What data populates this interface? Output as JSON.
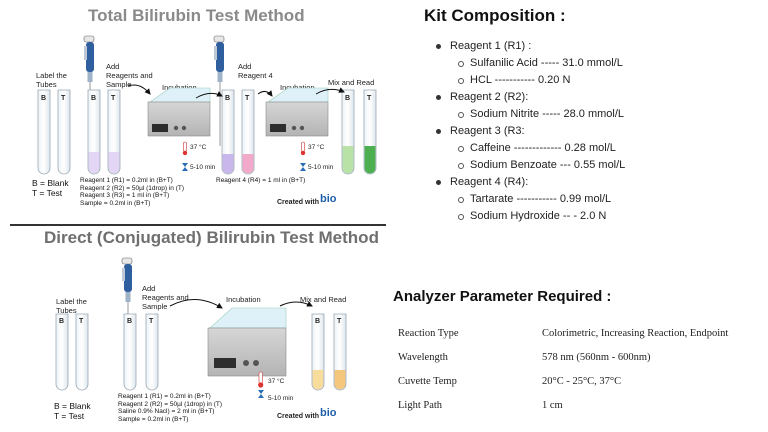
{
  "total": {
    "title": "Total Bilirubin Test Method",
    "label_tubes": [
      "Label the",
      "Tubes"
    ],
    "add_reagents": [
      "Add",
      "Reagents and",
      "Sample"
    ],
    "incubation_1": "Incubation",
    "add_reagent4": [
      "Add",
      "Reagent 4"
    ],
    "incubation_2": "Incubation",
    "mix_read": "Mix and Read",
    "temp_1": "37 °C",
    "time_1": "5-10 min",
    "temp_2": "37 °C",
    "time_2": "5-10 min",
    "legend": [
      "B = Blank",
      "T = Test"
    ],
    "notes": [
      "Reagent 1 (R1) = 0.2ml in (B+T)",
      "Reagent 2 (R2) = 50µl (1drop) in (T)",
      "Reagent 3 (R3) = 1 ml in (B+T)",
      "Sample = 0.2ml in (B+T)"
    ],
    "reagent4_note": "Reagent 4 (R4) = 1 ml in (B+T)",
    "created_with": "Created with",
    "bio": "bio"
  },
  "direct": {
    "title": "Direct (Conjugated) Bilirubin Test Method",
    "label_tubes": [
      "Label the",
      "Tubes"
    ],
    "add_reagents": [
      "Add",
      "Reagents and",
      "Sample"
    ],
    "incubation": "Incubation",
    "mix_read": "Mix and Read",
    "temp": "37 °C",
    "time": "5-10 min",
    "legend": [
      "B = Blank",
      "T = Test"
    ],
    "notes": [
      "Reagent 1 (R1) = 0.2ml in (B+T)",
      "Reagent 2 (R2) = 50µl (1drop) in (T)",
      "Saline 0.9% Nacl) = 2 ml in (B+T)",
      "Sample = 0.2ml in (B+T)"
    ],
    "created_with": "Created with",
    "bio": "bio"
  },
  "tube_letters": {
    "blank": "B",
    "test": "T"
  },
  "kit": {
    "title": "Kit Composition :",
    "items": [
      {
        "level": 1,
        "text": "Reagent 1 (R1) :"
      },
      {
        "level": 2,
        "text": "Sulfanilic Acid ----- 31.0 mmol/L"
      },
      {
        "level": 2,
        "text": "HCL ----------- 0.20 N"
      },
      {
        "level": 1,
        "text": "Reagent 2 (R2):"
      },
      {
        "level": 2,
        "text": "Sodium Nitrite ----- 28.0 mmol/L"
      },
      {
        "level": 1,
        "text": "Reagent 3 (R3:"
      },
      {
        "level": 2,
        "text": "Caffeine ------------- 0.28 mol/L"
      },
      {
        "level": 2,
        "text": "Sodium Benzoate --- 0.55 mol/L"
      },
      {
        "level": 1,
        "text": "Reagent 4 (R4):"
      },
      {
        "level": 2,
        "text": "Tartarate ----------- 0.99 mol/L"
      },
      {
        "level": 2,
        "text": "Sodium Hydroxide -- - 2.0 N"
      }
    ]
  },
  "analyzer": {
    "title": "Analyzer Parameter Required :",
    "rows": [
      {
        "key": "Reaction Type",
        "value": "Colorimetric, Increasing Reaction, Endpoint"
      },
      {
        "key": "Wavelength",
        "value": "578 nm (560nm - 600nm)"
      },
      {
        "key": "Cuvette Temp",
        "value": "20°C - 25°C, 37°C"
      },
      {
        "key": "Light Path",
        "value": "1 cm"
      }
    ]
  },
  "colors": {
    "blank_liquid": "#e8ddf5",
    "test_purple": "#c9b6ea",
    "test_pink": "#f3a9c9",
    "mix_green_light": "#b9e3a6",
    "mix_green_dark": "#4caf50",
    "direct_yellow": "#f7dc9c",
    "direct_orange": "#f4c77d",
    "pipette_blue": "#2f5f9e"
  }
}
